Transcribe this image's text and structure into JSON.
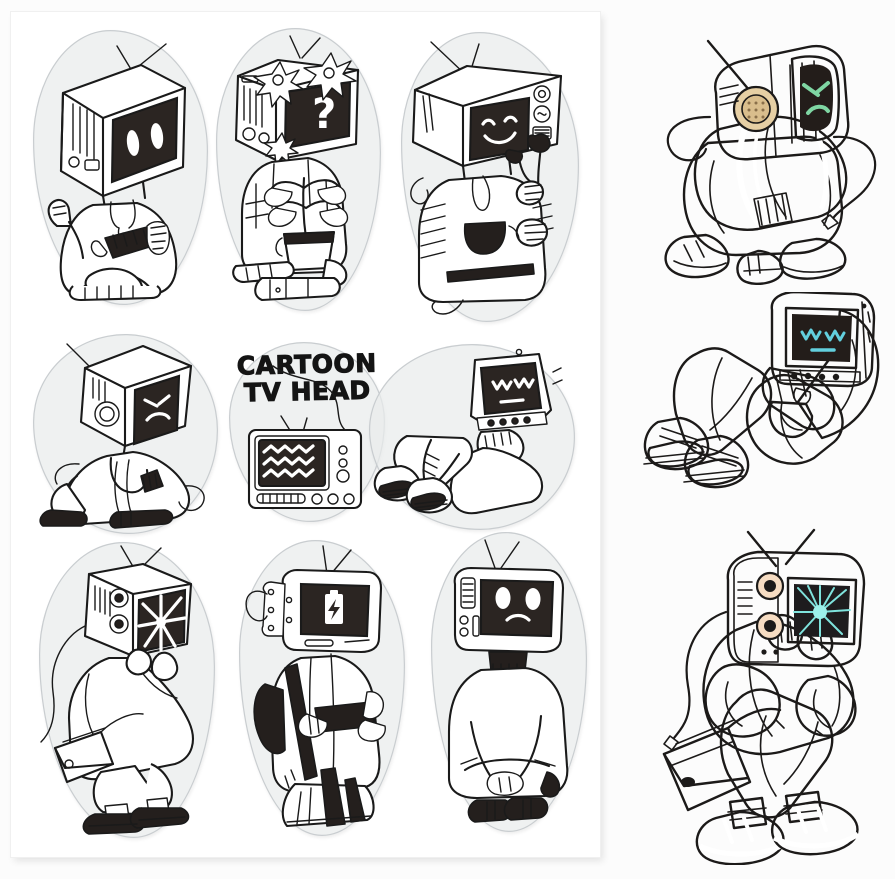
{
  "page": {
    "title": "Cartoon TV Head clear stamp sheet",
    "background_color": "#fcfcfc",
    "sheet_color": "#ffffff",
    "vinyl_color": "#e9ebec"
  },
  "wordmark": {
    "line1": "CARTOON",
    "line2": "TV HEAD"
  },
  "sheet": {
    "label": "clear-stamp-sheet",
    "columns": 3,
    "rows": 3,
    "stickers": [
      {
        "id": "s1",
        "name": "tv-head-dotted-eyes",
        "row": 1,
        "col": 1,
        "screen_face": "two vertical dot eyes",
        "pose": "sitting, hands raised"
      },
      {
        "id": "s2",
        "name": "tv-head-question-flowers",
        "row": 1,
        "col": 2,
        "screen_face": "question mark",
        "pose": "holding potted plant, flowers on set"
      },
      {
        "id": "s3",
        "name": "tv-head-smiling-flowers",
        "row": 1,
        "col": 3,
        "screen_face": "smiling face",
        "pose": "standing, holding flowers"
      },
      {
        "id": "s4",
        "name": "tv-head-angry-tracksuit",
        "row": 2,
        "col": 1,
        "screen_face": "angry eyes and frown",
        "pose": "crouching in tracksuit"
      },
      {
        "id": "s5",
        "name": "wordmark-tv-set",
        "row": 2,
        "col": 2,
        "screen_face": "wavy static lines",
        "pose": "retro tv set under the logo"
      },
      {
        "id": "s6",
        "name": "tv-head-ww-eyes-scarf",
        "row": 2,
        "col": 3,
        "screen_face": "w w eyes, flat mouth",
        "pose": "seated, legs out, scarf"
      },
      {
        "id": "s7",
        "name": "tv-head-cracked-screen",
        "row": 3,
        "col": 1,
        "screen_face": "cracked/shattered screen",
        "pose": "crouching with satchel bag"
      },
      {
        "id": "s8",
        "name": "tv-head-battery-charging",
        "row": 3,
        "col": 2,
        "screen_face": "battery charging icon",
        "pose": "standing, holding handheld console"
      },
      {
        "id": "s9",
        "name": "tv-head-sad-face",
        "row": 3,
        "col": 3,
        "screen_face": "sad face, open mouth",
        "pose": "sitting hugging knees"
      }
    ]
  },
  "characters": [
    {
      "id": "c1",
      "name": "angry-yellow-tv-head",
      "tv_color": "#f2ea86",
      "tv_shadow": "#d8cd5e",
      "screen_color": "#231d1a",
      "screen_glow": "#78c9a0",
      "eye_color": "#7fd6a3",
      "face": "angry",
      "jacket_color": "#cd3a58",
      "jacket_shadow": "#9e2540",
      "stripe_color": "#ffffff",
      "pants_color": "#2b3648",
      "pants_shadow": "#1b2433",
      "shoe_color": "#1a1a1a",
      "cord": true
    },
    {
      "id": "c2",
      "name": "cream-tv-head-scarf",
      "tv_color": "#ecd9a2",
      "tv_shadow": "#d2b877",
      "screen_color": "#231d1a",
      "screen_glow": "#6fd3e0",
      "eye_color": "#62cfdd",
      "face": "w-w eyes",
      "scarf_color": "#d9622f",
      "scarf_shadow": "#b14a20",
      "shirt_color": "#fbfbf7",
      "pants_color": "#f0dfa8",
      "pants_shadow": "#d8c483",
      "shoe_color": "#f0e4bd",
      "cord": false
    },
    {
      "id": "c3",
      "name": "cracked-orange-tv-head",
      "tv_color": "#e08240",
      "tv_shadow": "#bc642a",
      "screen_color": "#1e1c1e",
      "screen_glow": "#5fd6d2",
      "crack_color": "#7fe3dd",
      "face": "cracked screen",
      "jacket_color": "#7ed7b4",
      "jacket_shadow": "#53b793",
      "sleeve_color": "#b3cdf0",
      "sleeve_shadow": "#8fb0e0",
      "skin_color": "#f6d7c4",
      "bag_color": "#e8ae5c",
      "bag_shadow": "#c2854a",
      "sock_color": "#ffffff",
      "shoe_color": "#1a1a1a",
      "cord": true
    }
  ]
}
